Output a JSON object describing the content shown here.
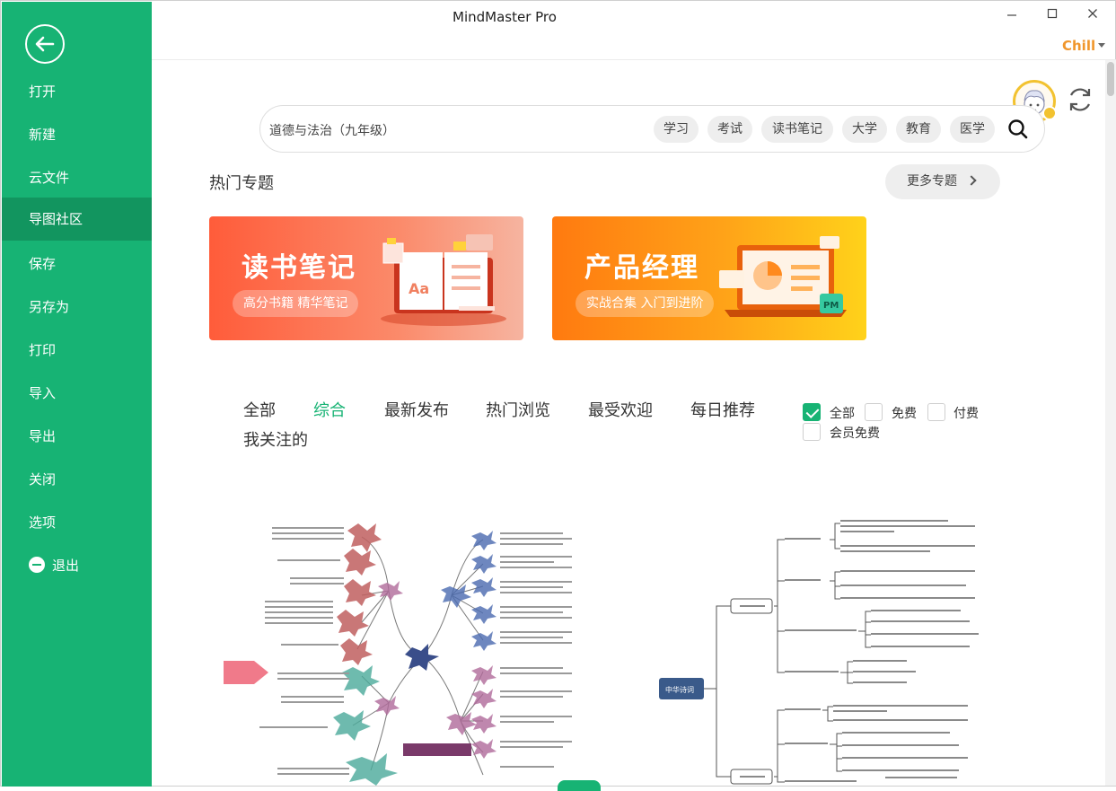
{
  "app": {
    "title": "MindMaster Pro",
    "user": "Chill"
  },
  "sidebar": {
    "items": [
      {
        "label": "打开"
      },
      {
        "label": "新建"
      },
      {
        "label": "云文件"
      },
      {
        "label": "导图社区"
      },
      {
        "label": "保存"
      },
      {
        "label": "另存为"
      },
      {
        "label": "打印"
      },
      {
        "label": "导入"
      },
      {
        "label": "导出"
      },
      {
        "label": "关闭"
      },
      {
        "label": "选项"
      },
      {
        "label": "退出"
      }
    ],
    "active_item": "导图社区"
  },
  "search": {
    "value": "道德与法治（九年级）",
    "chips": [
      "学习",
      "考试",
      "读书笔记",
      "大学",
      "教育",
      "医学"
    ]
  },
  "topics": {
    "title": "热门专题",
    "more_label": "更多专题",
    "banners": [
      {
        "title": "读书笔记",
        "subtitle": "高分书籍 精华笔记",
        "art_text": "Aa"
      },
      {
        "title": "产品经理",
        "subtitle": "实战合集 入门到进阶",
        "art_text": "PM"
      }
    ]
  },
  "filters": {
    "tabs": [
      "全部",
      "综合",
      "最新发布",
      "热门浏览",
      "最受欢迎",
      "每日推荐",
      "我关注的"
    ],
    "active_tab": "综合",
    "price_options": [
      {
        "label": "全部",
        "checked": true
      },
      {
        "label": "免费",
        "checked": false
      },
      {
        "label": "付费",
        "checked": false
      },
      {
        "label": "会员免费",
        "checked": false
      }
    ]
  },
  "cards": [
    {
      "kind": "mindmap-radial",
      "center_color": "#4a5a8a"
    },
    {
      "kind": "mindmap-tree",
      "root_label": "中华诗词",
      "root_color": "#3a5a8a"
    }
  ],
  "colors": {
    "accent": "#17b374",
    "sidebar_active": "#12955f",
    "user": "#f0962c"
  }
}
